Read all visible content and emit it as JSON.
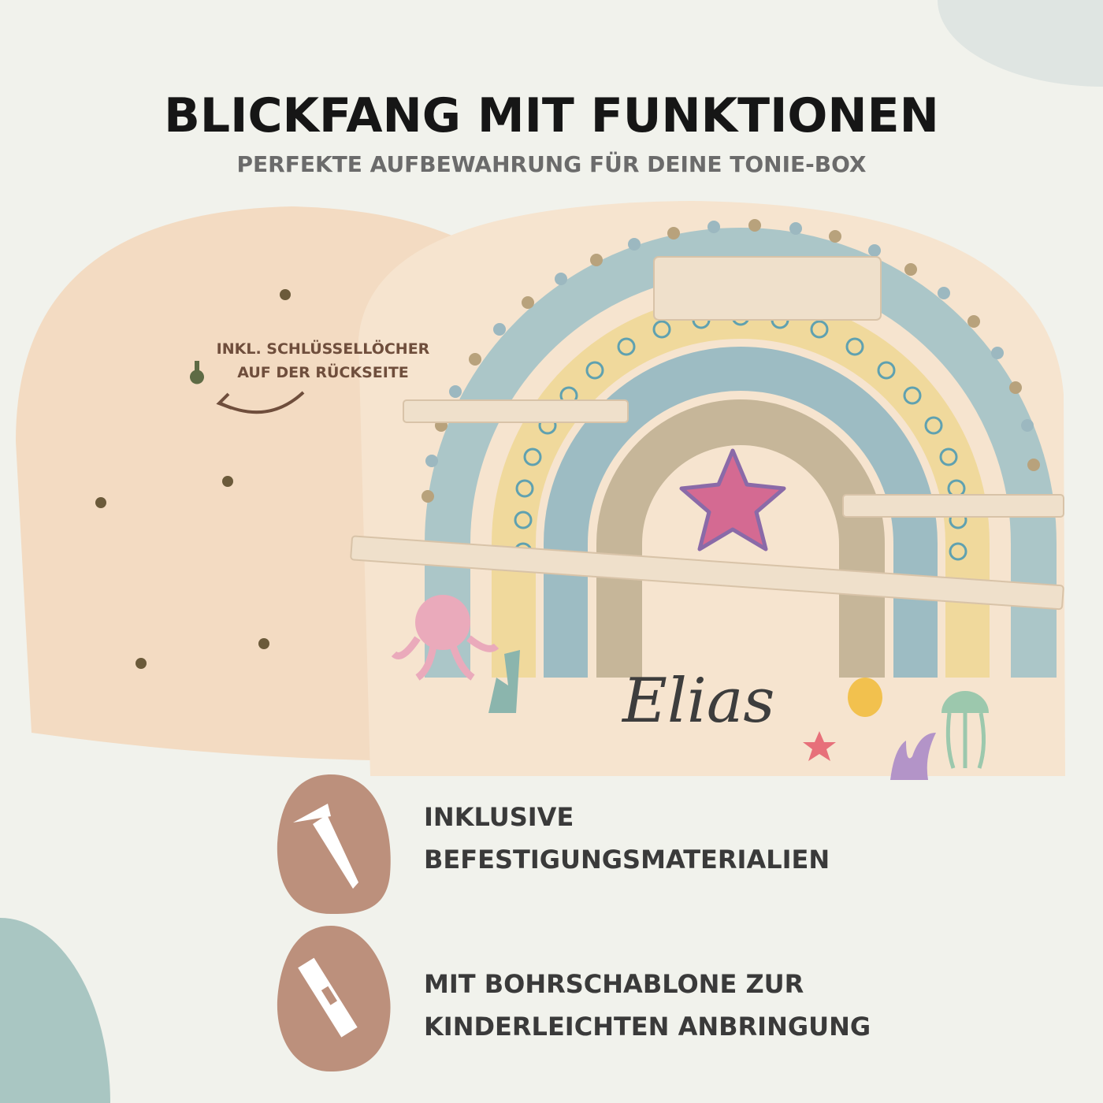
{
  "header": {
    "title": "BLICKFANG MIT FUNKTIONEN",
    "subtitle": "PERFEKTE AUFBEWAHRUNG FÜR DEINE TONIE-BOX"
  },
  "product": {
    "back_note": "INKL. SCHLÜSSELLÖCHER AUF DER RÜCKSEITE",
    "personalized_name": "Elias"
  },
  "features": [
    {
      "icon": "screw-icon",
      "text": "INKLUSIVE BEFESTIGUNGSMATERIALIEN"
    },
    {
      "icon": "spirit-level-icon",
      "text": "MIT BOHRSCHABLONE ZUR KINDERLEICHTEN ANBRINGUNG"
    }
  ],
  "colors": {
    "background": "#f1f2ec",
    "icon_badge": "#bc907c",
    "board": "#f5e2cc",
    "rainbow_blue": "#9fc0c6",
    "rainbow_yellow": "#f0d89a",
    "rainbow_tan": "#c4b497",
    "note_text": "#6f4e3c"
  }
}
